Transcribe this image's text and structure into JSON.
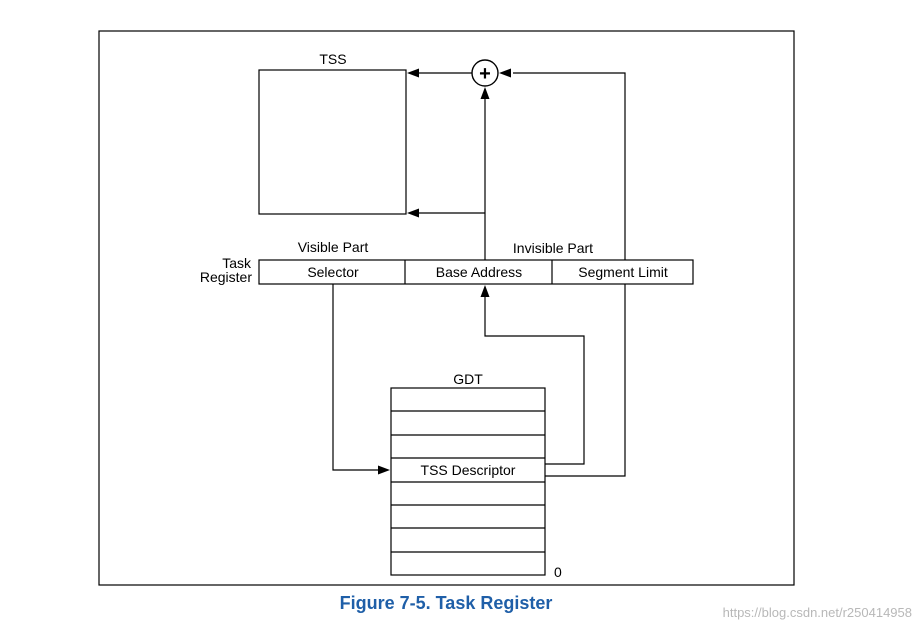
{
  "diagram": {
    "tss_label": "TSS",
    "visible_part_label": "Visible Part",
    "invisible_part_label": "Invisible Part",
    "task_register_label_line1": "Task",
    "task_register_label_line2": "Register",
    "register_fields": {
      "selector": "Selector",
      "base_address": "Base Address",
      "segment_limit": "Segment Limit"
    },
    "gdt_label": "GDT",
    "tss_descriptor": "TSS Descriptor",
    "gdt_zero": "0",
    "adder_symbol": "+"
  },
  "caption": "Figure 7-5.  Task Register",
  "watermark": "https://blog.csdn.net/r250414958"
}
